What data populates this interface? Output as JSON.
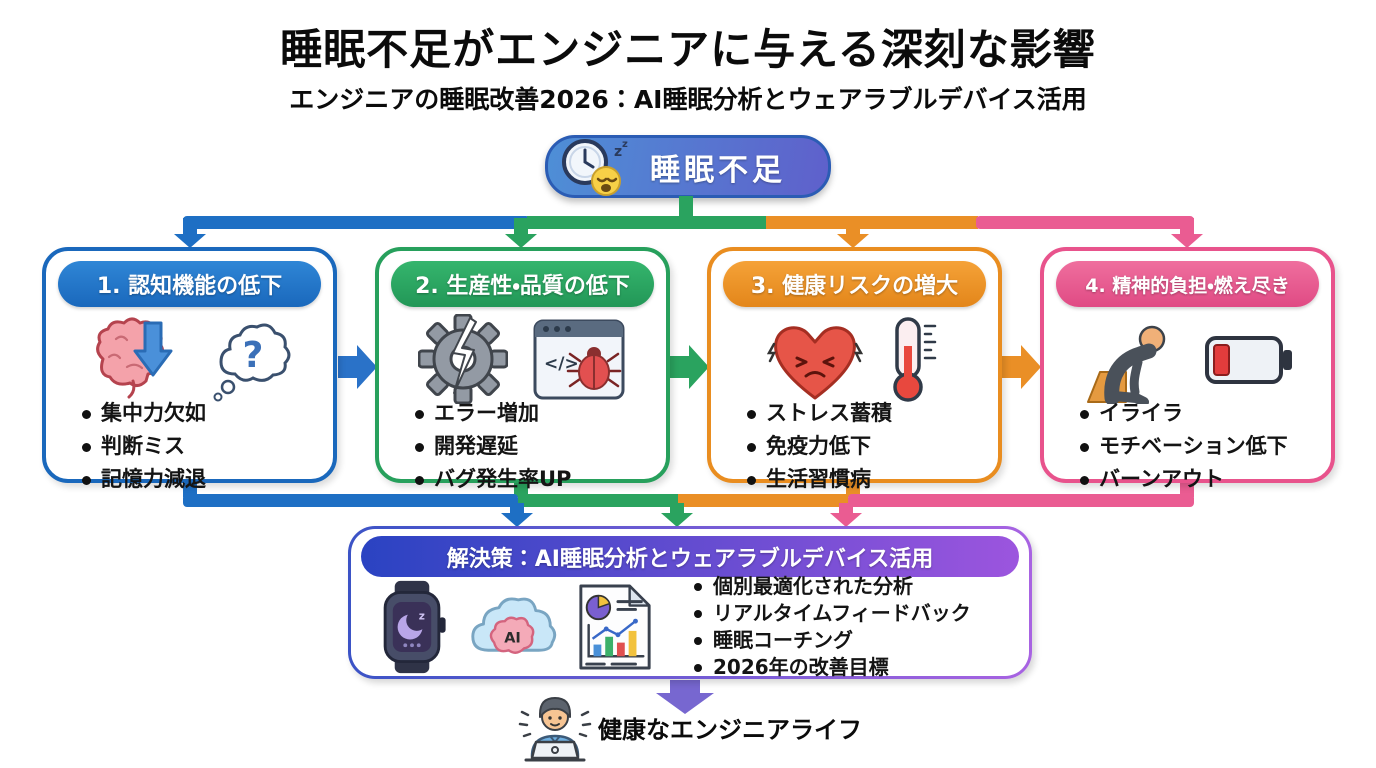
{
  "title": "睡眠不足がエンジニアに与える深刻な影響",
  "subtitle": "エンジニアの睡眠改善2026：AI睡眠分析とウェアラブルデバイス活用",
  "root": {
    "label": "睡眠不足",
    "icon": "sleepy-clock-icon"
  },
  "effects": [
    {
      "title": "1. 認知機能の低下",
      "color": "#1a68bc",
      "icons": [
        "brain-decline-icon",
        "question-bubble-icon"
      ],
      "items": [
        "集中力欠如",
        "判断ミス",
        "記憶力減退"
      ]
    },
    {
      "title": "2. 生産性・品質の低下",
      "color": "#27a05c",
      "icons": [
        "broken-gear-icon",
        "bug-window-icon"
      ],
      "items": [
        "エラー増加",
        "開発遅延",
        "バグ発生率UP"
      ]
    },
    {
      "title": "3. 健康リスクの増大",
      "color": "#e98d20",
      "icons": [
        "stressed-heart-icon",
        "thermometer-icon"
      ],
      "items": [
        "ストレス蓄積",
        "免疫力低下",
        "生活習慣病"
      ]
    },
    {
      "title": "4. 精神的負担・燃え尽き",
      "color": "#e8538c",
      "icons": [
        "burnout-person-icon",
        "low-battery-icon"
      ],
      "items": [
        "イライラ",
        "モチベーション低下",
        "バーンアウト"
      ]
    }
  ],
  "solution": {
    "title": "解決策：AI睡眠分析とウェアラブルデバイス活用",
    "icons": [
      "smartwatch-icon",
      "ai-cloud-icon",
      "analytics-report-icon"
    ],
    "items": [
      "個別最適化された分析",
      "リアルタイムフィードバック",
      "睡眠コーチング",
      "2026年の改善目標"
    ]
  },
  "outcome": {
    "label": "健康なエンジニアライフ",
    "icon": "happy-engineer-icon"
  },
  "colors": {
    "blue": "#1e6fc4",
    "green": "#2aa35f",
    "orange": "#ea8f26",
    "pink": "#ea5c92",
    "purple_arrow": "#7767d0",
    "root_gradient_start": "#4e8fd6",
    "root_gradient_end": "#5f60cb",
    "solution_gradient_start": "#2a43c2",
    "solution_gradient_end": "#9c55de"
  }
}
